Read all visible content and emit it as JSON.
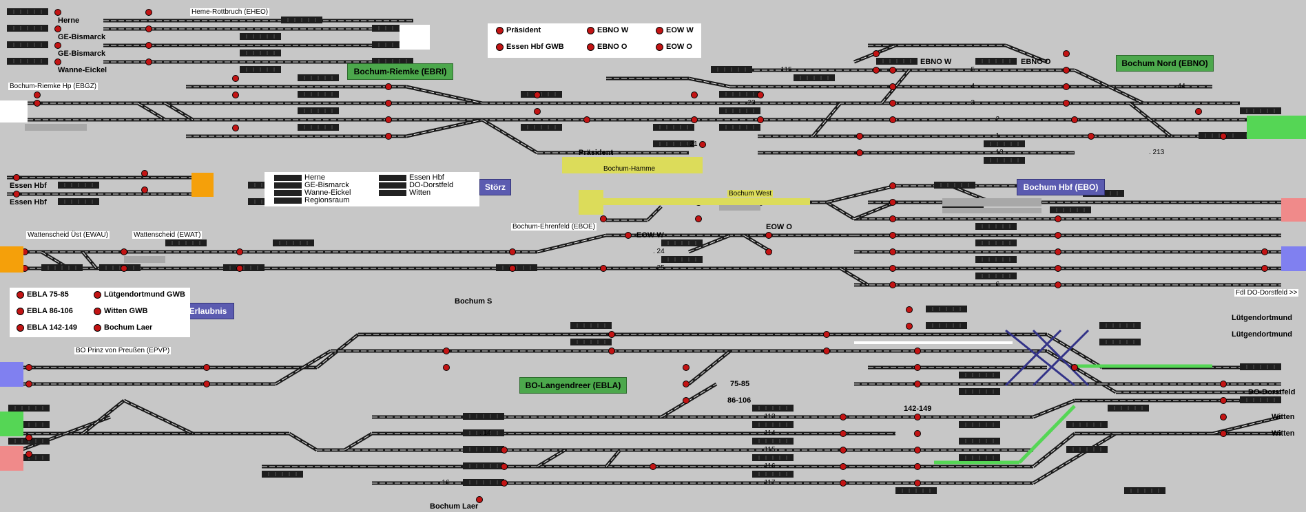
{
  "colors": {
    "background": "#c7c7c7",
    "track": "#1a1a1a",
    "rail_light": "#e8e8e8",
    "signal_red": "#c31414",
    "station_green": "#4ca84c",
    "station_blue": "#5b5bb0",
    "ext_orange": "#f5a00a",
    "ext_pink": "#f08a8a",
    "ext_green": "#55d655",
    "ext_blue": "#8080f0",
    "highlight_yellow": "#dcdc5a"
  },
  "stations": [
    {
      "id": "ebri",
      "label": "Bochum-Riemke (EBRI)",
      "style": "green"
    },
    {
      "id": "ebno",
      "label": "Bochum Nord (EBNO)",
      "style": "green"
    },
    {
      "id": "ebo",
      "label": "Bochum Hbf (EBO)",
      "style": "blue"
    },
    {
      "id": "stoerz",
      "label": "Störz",
      "style": "blue"
    },
    {
      "id": "erlaubnis",
      "label": "Erlaubnis",
      "style": "blue"
    },
    {
      "id": "ebla",
      "label": "BO-Langendreer (EBLA)",
      "style": "green"
    }
  ],
  "place_labels": {
    "herne": "Herne",
    "ge_bismarck_1": "GE-Bismarck",
    "ge_bismarck_2": "GE-Bismarck",
    "wanne_eickel": "Wanne-Eickel",
    "heme_rottbruch": "Heme-Rottbruch (EHEO)",
    "riemke_hp": "Bochum-Riemke Hp (EBGZ)",
    "essen_hbf_1": "Essen Hbf",
    "essen_hbf_2": "Essen Hbf",
    "praesident": "Präsident",
    "bochum_hamme": "Bochum-Hamme",
    "bochum_west": "Bochum West",
    "ebno_w": "EBNO W",
    "ebno_o": "EBNO O",
    "eow_w": "EOW W",
    "eow_o": "EOW O",
    "wattenscheid_uest": "Wattenscheid Üst (EWAU)",
    "wattenscheid": "Wattenscheid (EWAT)",
    "ehrenfeld": "Bochum-Ehrenfeld (EBOE)",
    "bochum_s": "Bochum S",
    "fdl_dortfeld": "Fdl DO-Dorstfeld >>",
    "luetgendortmund_1": "Lütgendortmund",
    "luetgendortmund_2": "Lütgendortmund",
    "do_dorstfeld": "DO-Dorstfeld",
    "witten_1": "Witten",
    "witten_2": "Witten",
    "prinz_von_preussen": "BO Prinz von Preußen (EPVP)",
    "n75_85": "75-85",
    "n86_106": "86-106",
    "n142_149": "142-149",
    "bochum_laer": "Bochum Laer"
  },
  "legend_top": [
    {
      "label": "Präsident"
    },
    {
      "label": "EBNO W"
    },
    {
      "label": "EOW W"
    },
    {
      "label": "Essen Hbf GWB"
    },
    {
      "label": "EBNO O"
    },
    {
      "label": "EOW O"
    }
  ],
  "legend_mid": [
    {
      "label": "Herne"
    },
    {
      "label": "GE-Bismarck"
    },
    {
      "label": "Wanne-Eickel"
    },
    {
      "label": "Regionsraum"
    },
    {
      "label": "Essen Hbf"
    },
    {
      "label": "DO-Dorstfeld"
    },
    {
      "label": "Witten"
    }
  ],
  "legend_bottom": [
    {
      "label": "EBLA 75-85"
    },
    {
      "label": "Lütgendortmund GWB"
    },
    {
      "label": "EBLA 86-106"
    },
    {
      "label": "Witten GWB"
    },
    {
      "label": "EBLA 142-149"
    },
    {
      "label": "Bochum Laer"
    }
  ],
  "track_numbers": {
    "t115": ". 115",
    "t5": ". 5",
    "t4": ". 4",
    "t3": ". 3",
    "t2": ". 2",
    "t1": ". 1",
    "t44": ". 44",
    "t23": ". 23",
    "t21": ". 21",
    "t213": ". 213",
    "t13": ". 13",
    "t24": ". 24",
    "t25": ". 25",
    "t6": ". 6",
    "t14": ". 14",
    "t16": ". 16",
    "t113": ". 113",
    "t114": ". 114",
    "t115b": ". 115",
    "t116": ". 116",
    "t117": ". 117"
  }
}
